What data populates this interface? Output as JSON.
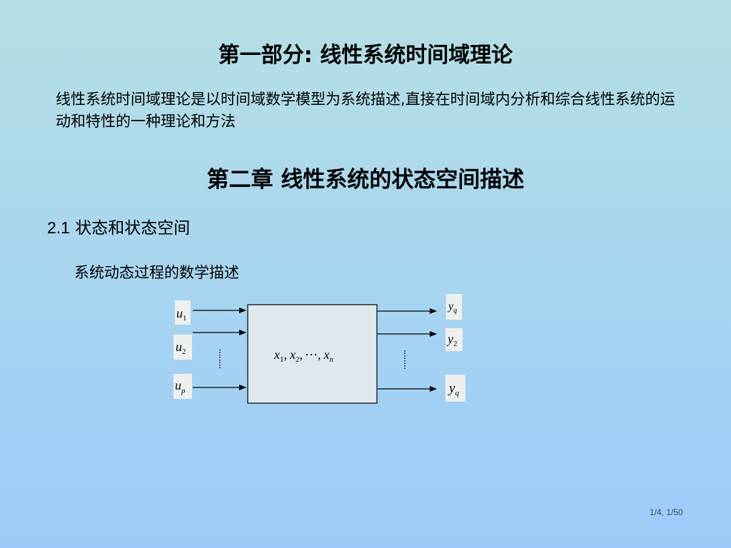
{
  "title_part": "第一部分: 线性系统时间域理论",
  "intro_text": "线性系统时间域理论是以时间域数学模型为系统描述,直接在时间域内分析和综合线性系统的运动和特性的一种理论和方法",
  "title_chapter": "第二章  线性系统的状态空间描述",
  "section": {
    "number": "2.1",
    "title": "状态和状态空间"
  },
  "subsection": "系统动态过程的数学描述",
  "diagram": {
    "inputs": [
      {
        "base": "u",
        "sub": "1"
      },
      {
        "base": "u",
        "sub": "2"
      },
      {
        "base": "u",
        "sub": "p"
      }
    ],
    "outputs": [
      {
        "base": "y",
        "sub": "q"
      },
      {
        "base": "y",
        "sub": "2"
      },
      {
        "base": "y",
        "sub": "q"
      }
    ],
    "state": {
      "x1": "x",
      "x1_sub": "1",
      "x2": "x",
      "x2_sub": "2",
      "dots": "⋯",
      "xn": "x",
      "xn_sub": "n",
      "sep": ","
    }
  },
  "page_number": "1/4, 1/50",
  "colors": {
    "label_box": "#eef0f0",
    "system_box": "#dfe8ee"
  }
}
